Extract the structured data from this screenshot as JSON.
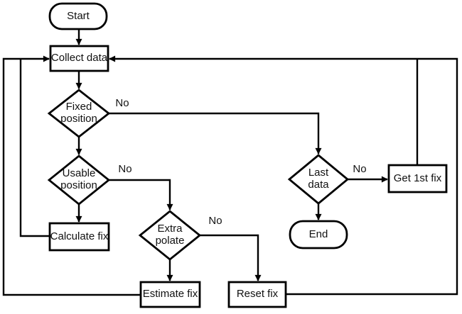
{
  "flowchart": {
    "nodes": {
      "start": {
        "label": "Start",
        "type": "terminator"
      },
      "collect_data": {
        "label": "Collect data",
        "type": "process"
      },
      "fixed_position": {
        "label": "Fixed\nposition",
        "type": "decision"
      },
      "usable_position": {
        "label": "Usable\nposition",
        "type": "decision"
      },
      "calculate_fix": {
        "label": "Calculate fix",
        "type": "process"
      },
      "extrapolate": {
        "label": "Extra\npolate",
        "type": "decision"
      },
      "estimate_fix": {
        "label": "Estimate fix",
        "type": "process"
      },
      "reset_fix": {
        "label": "Reset fix",
        "type": "process"
      },
      "last_data": {
        "label": "Last\ndata",
        "type": "decision"
      },
      "end": {
        "label": "End",
        "type": "terminator"
      },
      "get_first_fix": {
        "label": "Get 1st fix",
        "type": "process"
      }
    },
    "edge_labels": {
      "fixed_position_no": "No",
      "usable_position_no": "No",
      "extrapolate_no": "No",
      "last_data_no": "No"
    },
    "colors": {
      "stroke": "#000000",
      "node_fill": "#ffffff",
      "background": "#ffffff",
      "text": "#111111"
    }
  }
}
